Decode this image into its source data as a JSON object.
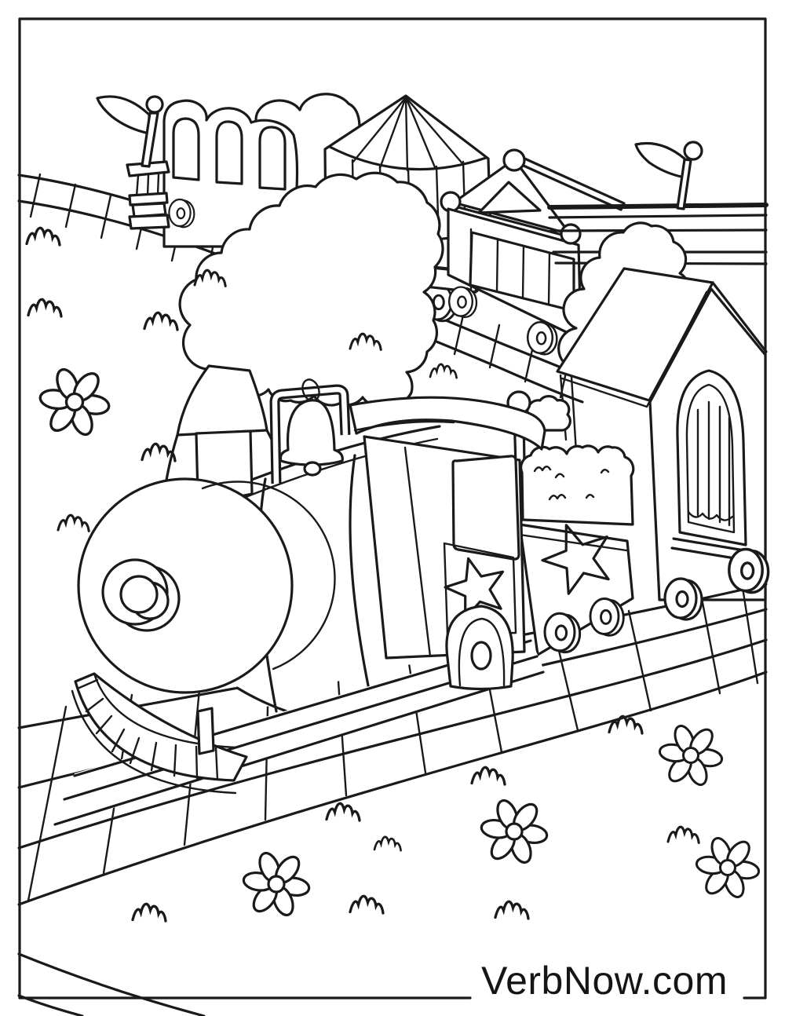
{
  "page": {
    "kind": "printable coloring page",
    "watermark": {
      "text": "VerbNow.com"
    },
    "colors": {
      "paper": "#ffffff",
      "ink": "#1a1a1a"
    }
  },
  "scene": {
    "title": "Toy train coloring page",
    "elements": [
      "steam-locomotive",
      "smoke-plume",
      "smokestack",
      "bell",
      "headlight",
      "cowcatcher",
      "cab-with-star",
      "coal-tender-with-star",
      "covered-wagon-car",
      "circus-tent-flatcar",
      "circus-wagon-car",
      "station-house-arched-window",
      "pennant-flag-left",
      "pennant-flag-right",
      "fence-rails",
      "upper-railway-track",
      "lower-railway-track",
      "bushes",
      "grass-tufts",
      "daisy-flowers"
    ]
  }
}
